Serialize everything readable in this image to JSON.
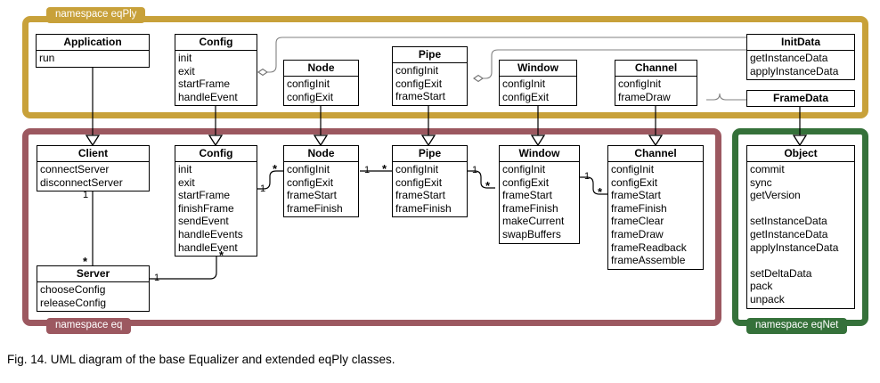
{
  "figure": {
    "caption": "Fig. 14.  UML diagram of the base Equalizer and extended eqPly classes."
  },
  "namespaces": [
    {
      "id": "eqPly",
      "label": "namespace eqPly",
      "color": "#c8a13a"
    },
    {
      "id": "eq",
      "label": "namespace eq",
      "color": "#9c5860"
    },
    {
      "id": "eqNet",
      "label": "namespace eqNet",
      "color": "#35713a"
    }
  ],
  "classes": {
    "eqply_application": {
      "title": "Application",
      "members": [
        "run"
      ]
    },
    "eqply_config": {
      "title": "Config",
      "members": [
        "init",
        "exit",
        "startFrame",
        "handleEvent"
      ]
    },
    "eqply_node": {
      "title": "Node",
      "members": [
        "configInit",
        "configExit"
      ]
    },
    "eqply_pipe": {
      "title": "Pipe",
      "members": [
        "configInit",
        "configExit",
        "frameStart"
      ]
    },
    "eqply_window": {
      "title": "Window",
      "members": [
        "configInit",
        "configExit"
      ]
    },
    "eqply_channel": {
      "title": "Channel",
      "members": [
        "configInit",
        "frameDraw"
      ]
    },
    "eqply_initdata": {
      "title": "InitData",
      "members": [
        "getInstanceData",
        "applyInstanceData"
      ]
    },
    "eqply_framedata": {
      "title": "FrameData",
      "members": []
    },
    "eq_client": {
      "title": "Client",
      "members": [
        "connectServer",
        "disconnectServer"
      ]
    },
    "eq_server": {
      "title": "Server",
      "members": [
        "chooseConfig",
        "releaseConfig"
      ]
    },
    "eq_config": {
      "title": "Config",
      "members": [
        "init",
        "exit",
        "startFrame",
        "finishFrame",
        "sendEvent",
        "handleEvents",
        "handleEvent"
      ]
    },
    "eq_node": {
      "title": "Node",
      "members": [
        "configInit",
        "configExit",
        "frameStart",
        "frameFinish"
      ]
    },
    "eq_pipe": {
      "title": "Pipe",
      "members": [
        "configInit",
        "configExit",
        "frameStart",
        "frameFinish"
      ]
    },
    "eq_window": {
      "title": "Window",
      "members": [
        "configInit",
        "configExit",
        "frameStart",
        "frameFinish",
        "makeCurrent",
        "swapBuffers"
      ]
    },
    "eq_channel": {
      "title": "Channel",
      "members": [
        "configInit",
        "configExit",
        "frameStart",
        "frameFinish",
        "frameClear",
        "frameDraw",
        "frameReadback",
        "frameAssemble"
      ]
    },
    "eqnet_object": {
      "title": "Object",
      "members": [
        "commit",
        "sync",
        "getVersion",
        "",
        "setInstanceData",
        "getInstanceData",
        "applyInstanceData",
        "",
        "setDeltaData",
        "pack",
        "unpack"
      ]
    }
  },
  "multiplicities": [
    {
      "id": "client-server-one",
      "value": "1"
    },
    {
      "id": "client-server-many",
      "value": "*"
    },
    {
      "id": "server-config-one",
      "value": "1"
    },
    {
      "id": "server-config-many",
      "value": "*"
    },
    {
      "id": "config-node-one",
      "value": "1"
    },
    {
      "id": "config-node-many",
      "value": "*"
    },
    {
      "id": "node-pipe-one",
      "value": "1"
    },
    {
      "id": "node-pipe-many",
      "value": "*"
    },
    {
      "id": "pipe-window-one",
      "value": "1"
    },
    {
      "id": "pipe-window-many",
      "value": "*"
    },
    {
      "id": "window-channel-one",
      "value": "1"
    },
    {
      "id": "window-channel-many",
      "value": "*"
    }
  ]
}
